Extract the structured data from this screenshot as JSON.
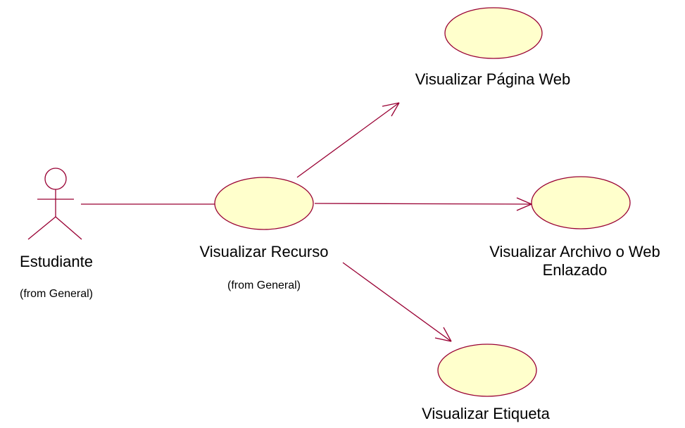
{
  "colors": {
    "line": "#990033",
    "usecase_fill": "#ffffcc",
    "usecase_stroke": "#990033",
    "text": "#000000"
  },
  "actor": {
    "name": "Estudiante",
    "from": "(from General)"
  },
  "use_cases": {
    "recurso": {
      "name": "Visualizar Recurso",
      "from": "(from General)"
    },
    "pagina": {
      "name": "Visualizar Página Web"
    },
    "archivo": {
      "name_line1": "Visualizar Archivo o Web",
      "name_line2": "Enlazado"
    },
    "etiqueta": {
      "name": "Visualizar Etiqueta"
    }
  }
}
